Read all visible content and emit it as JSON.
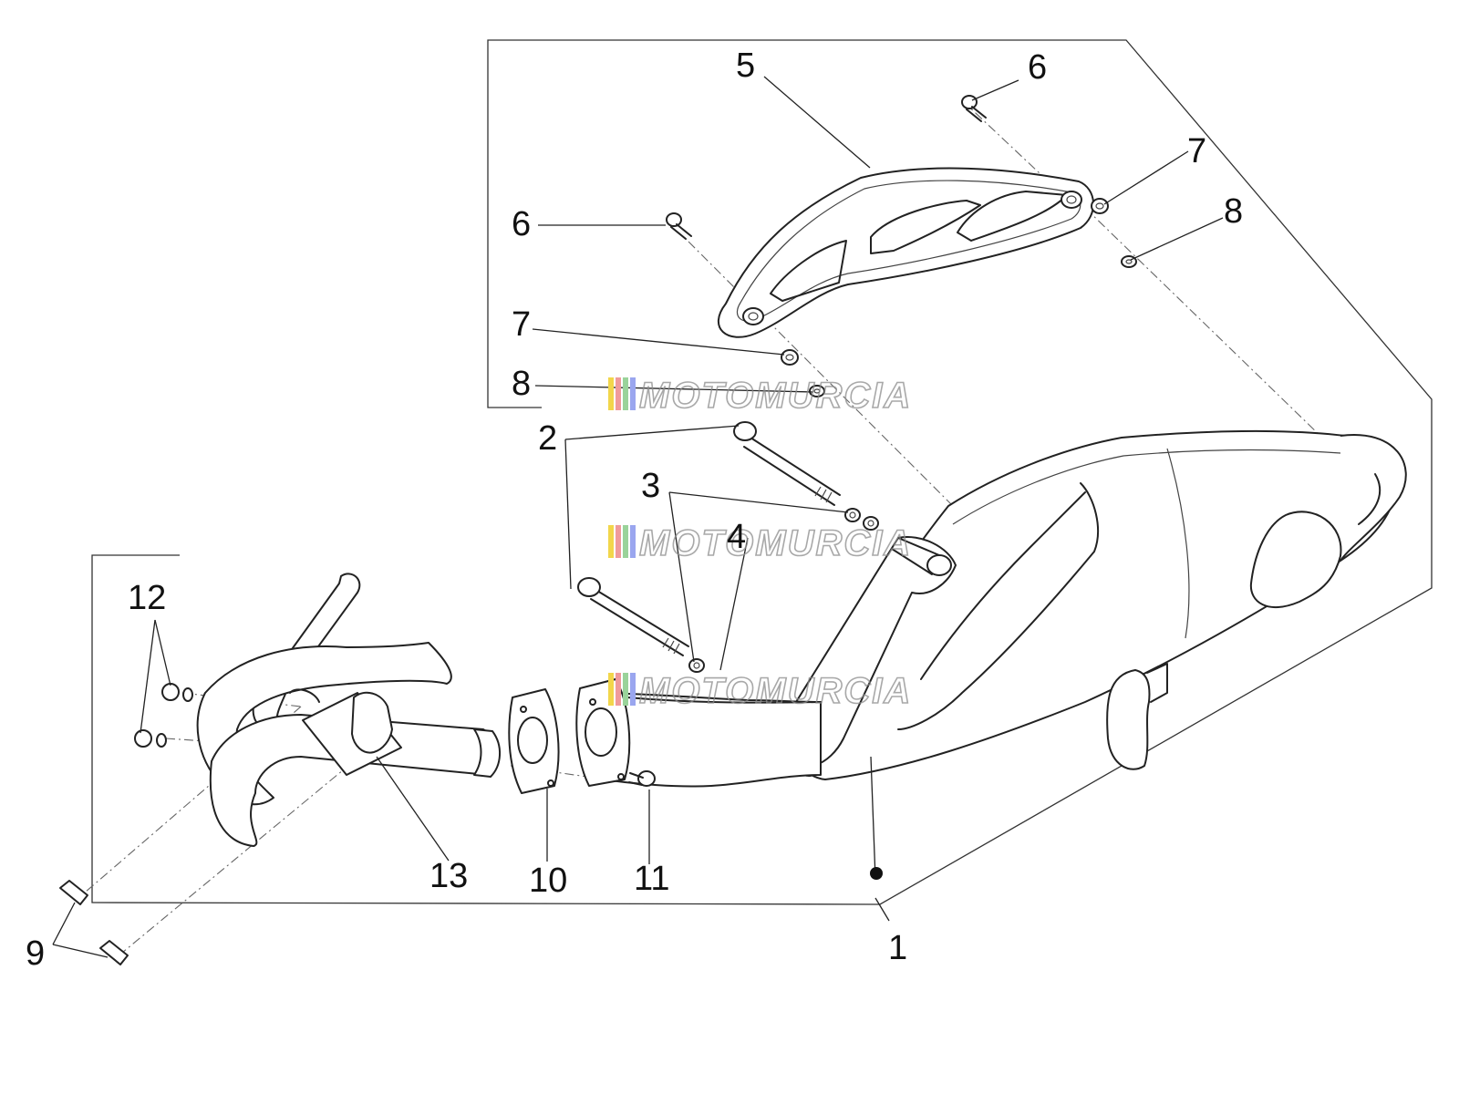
{
  "diagram": {
    "callouts": {
      "c1": "1",
      "c2": "2",
      "c3": "3",
      "c4": "4",
      "c5": "5",
      "c6a": "6",
      "c6b": "6",
      "c7a": "7",
      "c7b": "7",
      "c8a": "8",
      "c8b": "8",
      "c9": "9",
      "c10": "10",
      "c11": "11",
      "c12": "12",
      "c13": "13"
    },
    "watermark": {
      "text": "MOTOMURCIA",
      "stripe_colors": [
        "#f2d64b",
        "#f09a9a",
        "#9ad39a",
        "#9aa6ef"
      ]
    },
    "colors": {
      "line": "#222222",
      "background": "#ffffff"
    }
  }
}
